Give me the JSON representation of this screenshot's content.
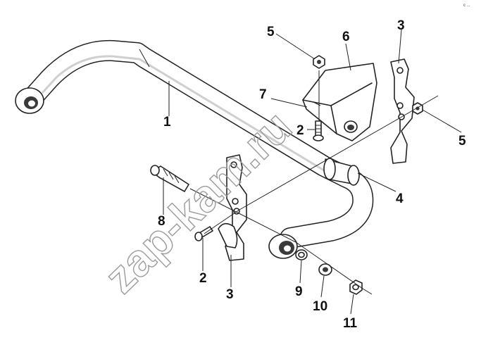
{
  "diagram": {
    "watermark": "zap-kam.ru",
    "corner_mark": "c ...",
    "callouts": [
      {
        "id": "c1",
        "label": "1"
      },
      {
        "id": "c2a",
        "label": "2"
      },
      {
        "id": "c2b",
        "label": "2"
      },
      {
        "id": "c3a",
        "label": "3"
      },
      {
        "id": "c3b",
        "label": "3"
      },
      {
        "id": "c4",
        "label": "4"
      },
      {
        "id": "c5a",
        "label": "5"
      },
      {
        "id": "c5b",
        "label": "5"
      },
      {
        "id": "c6",
        "label": "6"
      },
      {
        "id": "c7",
        "label": "7"
      },
      {
        "id": "c8",
        "label": "8"
      },
      {
        "id": "c9",
        "label": "9"
      },
      {
        "id": "c10",
        "label": "10"
      },
      {
        "id": "c11",
        "label": "11"
      }
    ],
    "colors": {
      "ink": "#222222",
      "fill": "#ffffff",
      "shade": "#cfcfcf",
      "watermark": "#9a9a9a"
    }
  }
}
